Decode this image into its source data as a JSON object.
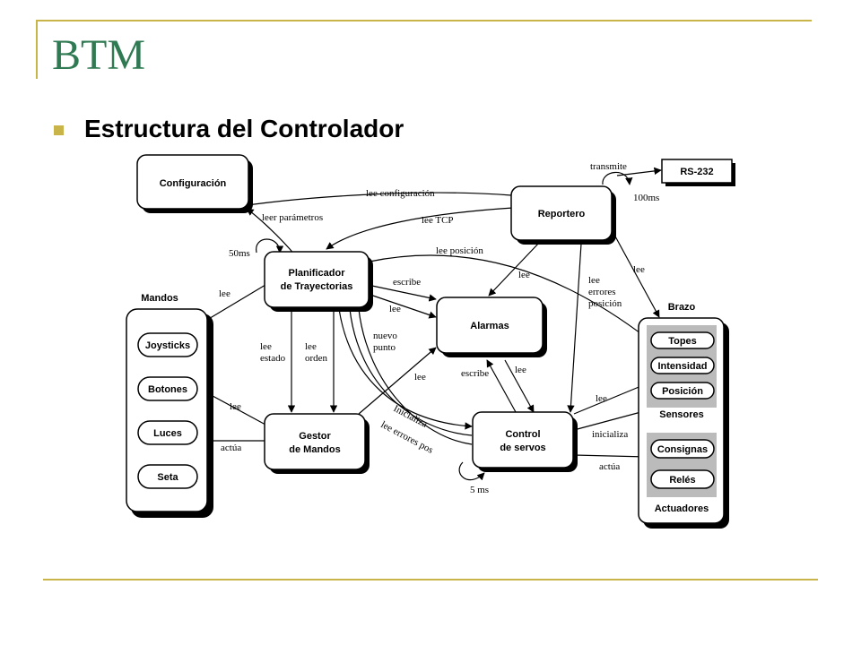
{
  "slide": {
    "title": "BTM",
    "bullet": "Estructura del Controlador"
  },
  "diagram": {
    "boxes": {
      "configuracion": "Configuración",
      "reportero": "Reportero",
      "rs232": "RS-232",
      "planificador_1": "Planificador",
      "planificador_2": "de Trayectorias",
      "alarmas": "Alarmas",
      "gestor_1": "Gestor",
      "gestor_2": "de Mandos",
      "control_1": "Control",
      "control_2": "de servos"
    },
    "mandos": {
      "title": "Mandos",
      "items": [
        "Joysticks",
        "Botones",
        "Luces",
        "Seta"
      ]
    },
    "brazo": {
      "title": "Brazo",
      "sensores_title": "Sensores",
      "sensores": [
        "Topes",
        "Intensidad",
        "Posición"
      ],
      "actuadores_title": "Actuadores",
      "actuadores": [
        "Consignas",
        "Relés"
      ]
    },
    "labels": {
      "transmite": "transmite",
      "ms100": "100ms",
      "lee_configuracion": "lee configuración",
      "lee_tcp": "lee TCP",
      "leer_parametros": "leer parámetros",
      "ms50": "50ms",
      "lee_posicion": "lee posición",
      "lee_rep_alarmas": "lee",
      "lee_errores_1": "lee",
      "lee_errores_2": "errores",
      "lee_errores_3": "posición",
      "lee_rep_brazo": "lee",
      "lee_mandos": "lee",
      "escribe_plan": "escribe",
      "lee_plan": "lee",
      "lee_estado_1": "lee",
      "lee_estado_2": "estado",
      "lee_orden_1": "lee",
      "lee_orden_2": "orden",
      "nuevo_punto_1": "nuevo",
      "nuevo_punto_2": "punto",
      "lee_gestor_alarmas": "lee",
      "escribe_control": "escribe",
      "lee_control_alarmas": "lee",
      "inicializa_plan": "Inicializa",
      "lee_errores_pos": "lee errores pos",
      "lee_gestor_mandos": "lee",
      "actua_gestor": "actúa",
      "ms5": "5 ms",
      "lee_control_sensores": "lee",
      "inicializa_control": "inicializa",
      "actua_control": "actúa"
    }
  }
}
